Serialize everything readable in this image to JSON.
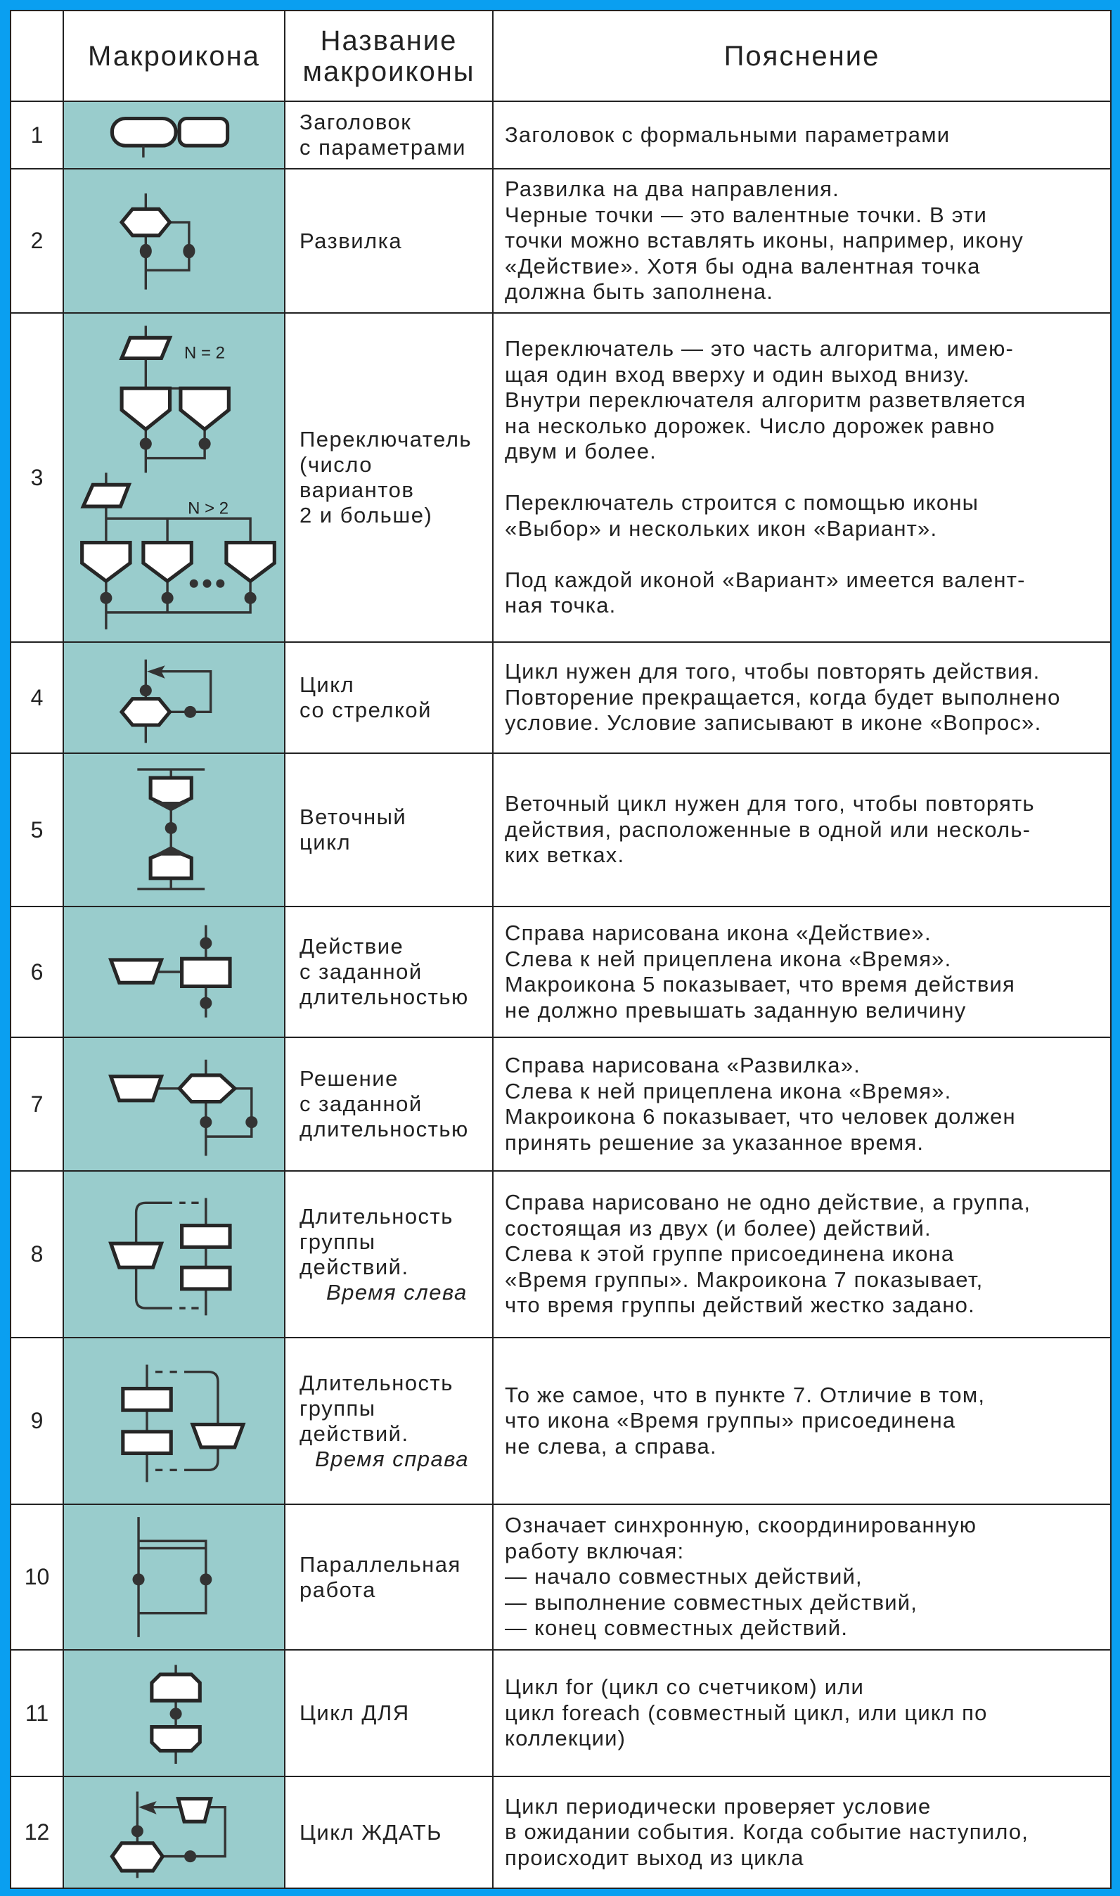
{
  "header": {
    "col_num": "",
    "col_icon": "Макроикона",
    "col_name": "Название\nмакроиконы",
    "col_desc": "Пояснение"
  },
  "colors": {
    "frame": "#0a9ff0",
    "icon_bg": "#99cccc"
  },
  "labels": {
    "n_eq_2": "N = 2",
    "n_gt_2": "N > 2"
  },
  "rows": [
    {
      "num": "1",
      "name": "Заголовок\nс параметрами",
      "desc": "Заголовок с формальными параметрами"
    },
    {
      "num": "2",
      "name": "Развилка",
      "desc": "Развилка на два направления.\nЧерные точки — это валентные точки. В эти\nточки можно вставлять иконы, например, икону\n«Действие». Хотя бы одна валентная точка\nдолжна быть заполнена."
    },
    {
      "num": "3",
      "name": "Переключатель\n(число\nвариантов\n2 и больше)",
      "desc": "Переключатель — это часть алгоритма, имею-\nщая один вход вверху и один выход внизу.\nВнутри переключателя алгоритм разветвляется\nна несколько дорожек. Число дорожек равно\nдвум и более.\n\nПереключатель строится с помощью иконы\n«Выбор» и нескольких икон «Вариант».\n\nПод каждой иконой «Вариант» имеется валент-\nная точка."
    },
    {
      "num": "4",
      "name": "Цикл\nсо стрелкой",
      "desc": "Цикл нужен для того, чтобы повторять действия.\nПовторение прекращается, когда будет выполнено\nусловие. Условие записывают в иконе «Вопрос»."
    },
    {
      "num": "5",
      "name": "Веточный\nцикл",
      "desc": "Веточный цикл нужен для того, чтобы повторять\nдействия, расположенные в одной или несколь-\nких ветках."
    },
    {
      "num": "6",
      "name": "Действие\nс заданной\nдлительностью",
      "desc": "Справа нарисована икона «Действие».\nСлева к ней прицеплена икона «Время».\nМакроикона 5 показывает, что время действия\nне должно превышать заданную величину"
    },
    {
      "num": "7",
      "name": "Решение\nс заданной\nдлительностью",
      "desc": "Справа нарисована «Развилка».\nСлева к ней прицеплена икона «Время».\nМакроикона 6 показывает, что человек должен\nпринять решение за указанное время."
    },
    {
      "num": "8",
      "name": "Длительность\nгруппы\nдействий.",
      "name_italic": "Время слева",
      "desc": "Справа нарисовано не одно действие, а группа,\nсостоящая из двух (и более) действий.\nСлева к этой группе присоединена икона\n«Время группы». Макроикона 7 показывает,\nчто время группы действий жестко задано."
    },
    {
      "num": "9",
      "name": "Длительность\nгруппы\nдействий.",
      "name_italic": "Время справа",
      "desc": "То же самое, что в пункте 7. Отличие в том,\nчто икона «Время группы» присоединена\nне слева, а справа."
    },
    {
      "num": "10",
      "name": "Параллельная\nработа",
      "desc": "Означает синхронную, скоординированную\nработу включая:\n— начало совместных действий,\n— выполнение совместных действий,\n— конец совместных действий."
    },
    {
      "num": "11",
      "name": "Цикл ДЛЯ",
      "desc": "Цикл for  (цикл со счетчиком) или\nцикл foreach (совместный цикл, или цикл по\nколлекции)"
    },
    {
      "num": "12",
      "name": "Цикл ЖДАТЬ",
      "desc": "Цикл периодически проверяет условие\nв ожидании события. Когда событие наступило,\nпроисходит выход из цикла"
    }
  ]
}
